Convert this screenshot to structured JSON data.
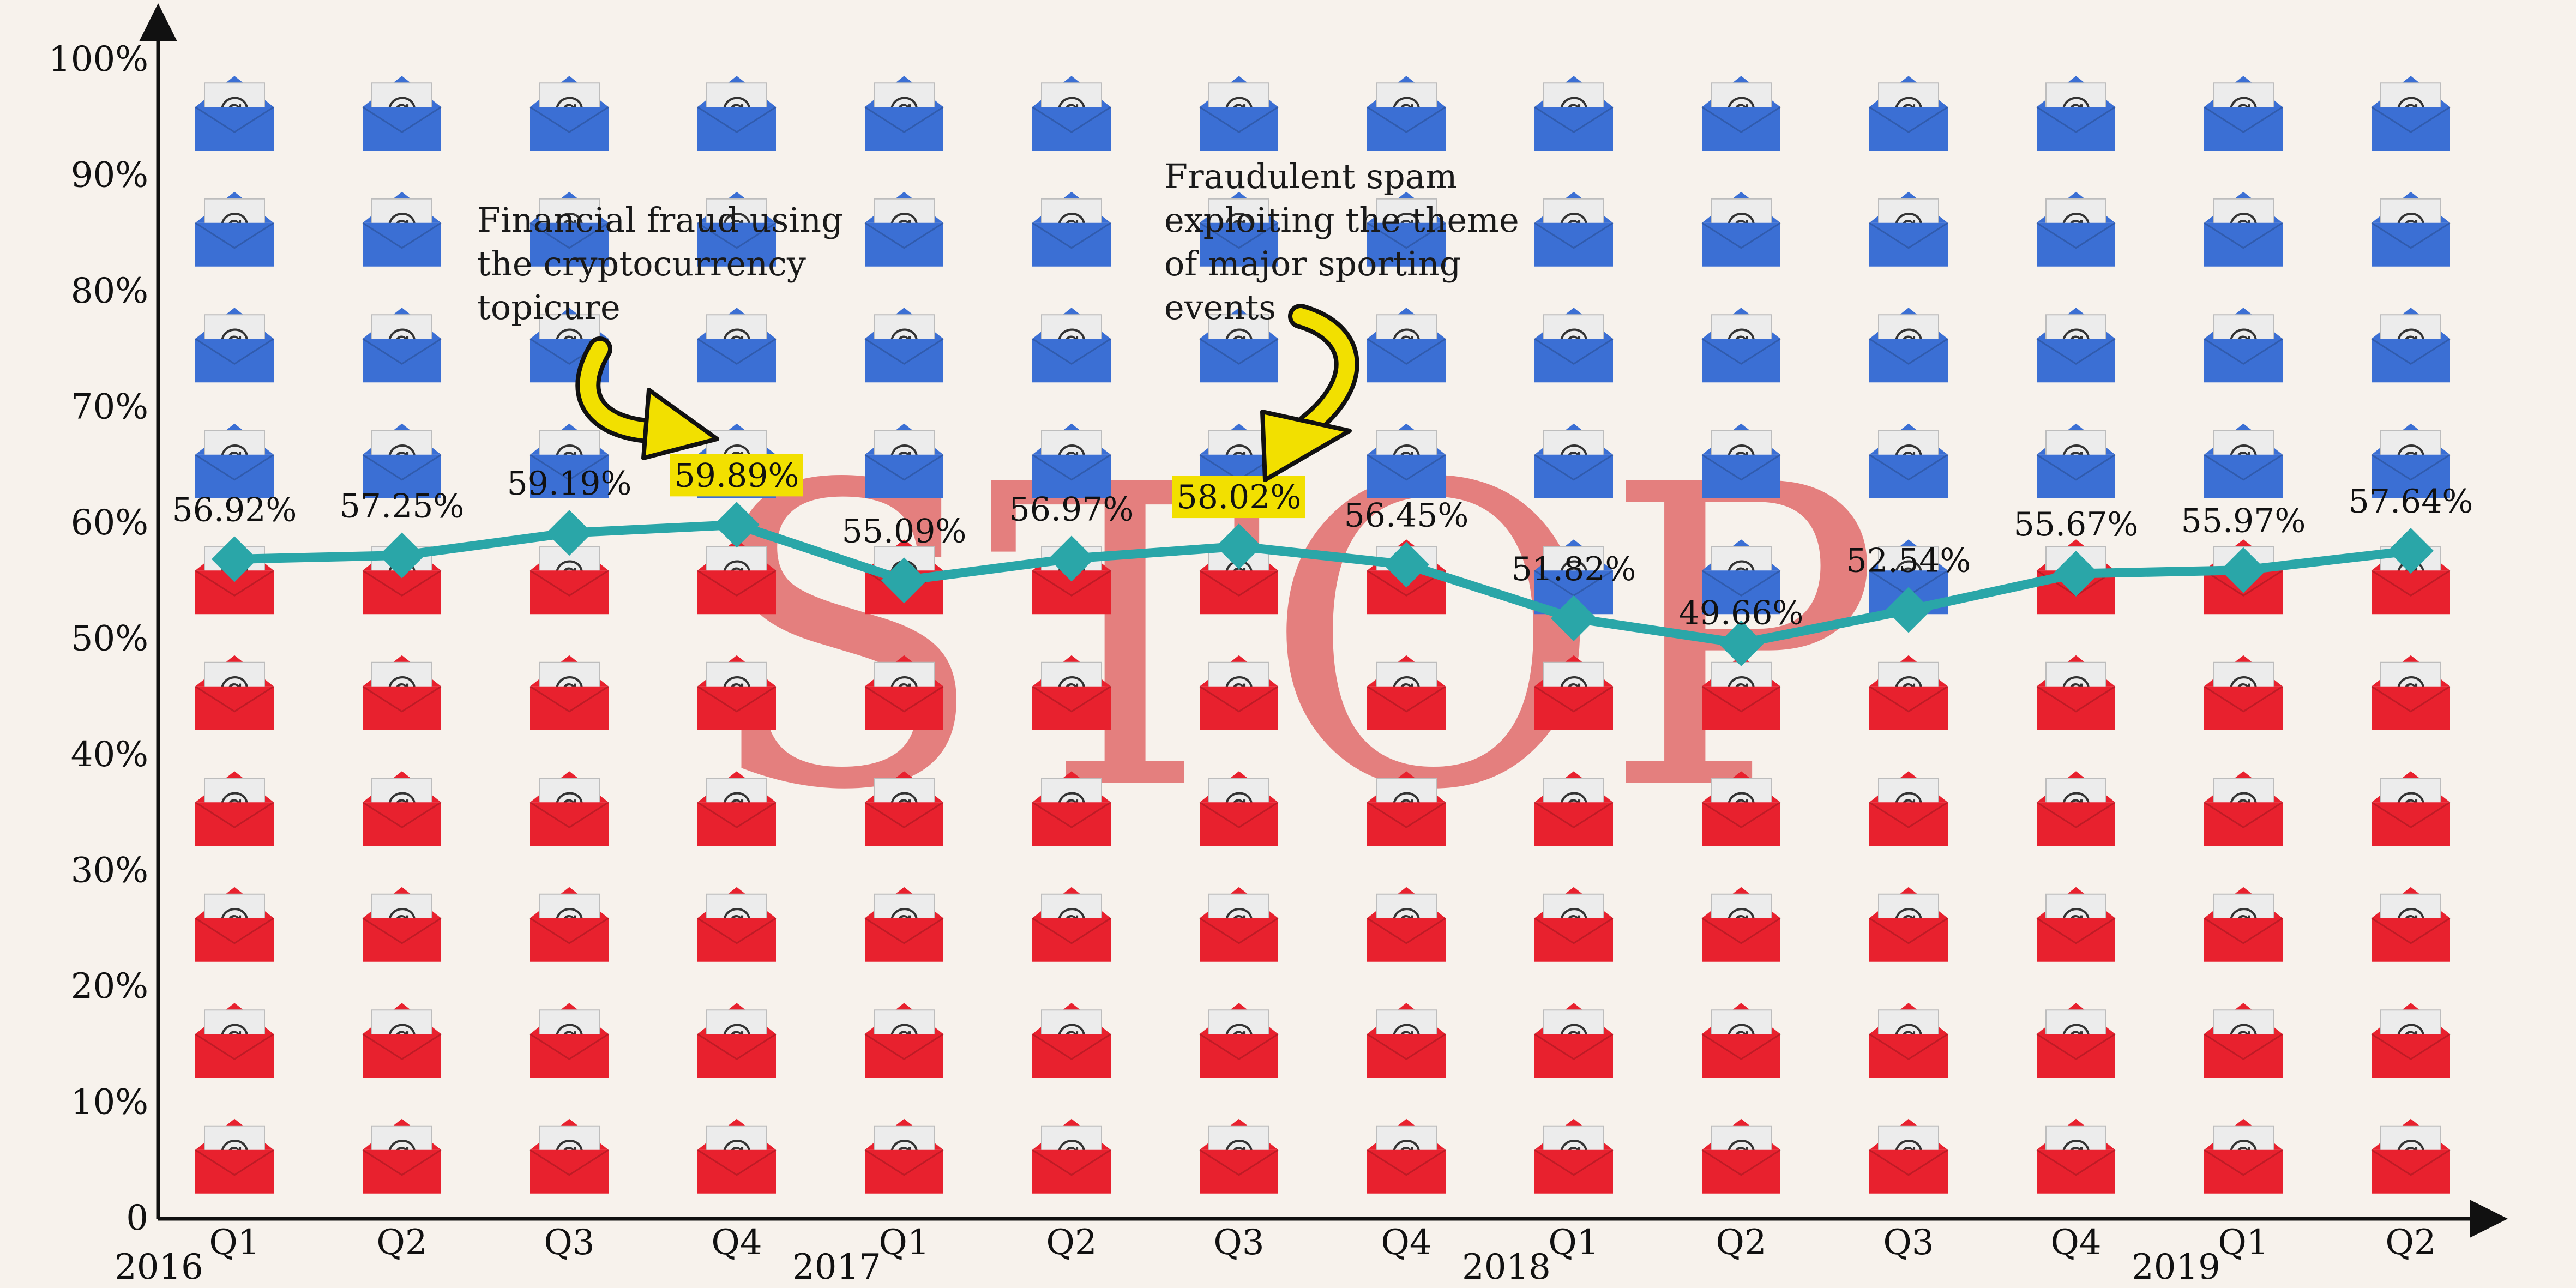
{
  "chart_data": {
    "type": "line",
    "title": "",
    "xlabel": "",
    "ylabel": "",
    "categories": [
      "Q1",
      "Q2",
      "Q3",
      "Q4",
      "Q1",
      "Q2",
      "Q3",
      "Q4",
      "Q1",
      "Q2",
      "Q3",
      "Q4",
      "Q1",
      "Q2"
    ],
    "years": [
      {
        "label": "2016",
        "start_index": 0
      },
      {
        "label": "2017",
        "start_index": 4
      },
      {
        "label": "2018",
        "start_index": 8
      },
      {
        "label": "2019",
        "start_index": 12
      }
    ],
    "series": [
      {
        "values": [
          56.92,
          57.25,
          59.19,
          59.89,
          55.09,
          56.97,
          58.02,
          56.45,
          51.82,
          49.66,
          52.54,
          55.67,
          55.97,
          57.64
        ]
      }
    ],
    "data_labels": [
      "56.92%",
      "57.25%",
      "59.19%",
      "59.89%",
      "55.09%",
      "56.97%",
      "58.02%",
      "56.45%",
      "51.82%",
      "49.66%",
      "52.54%",
      "55.67%",
      "55.97%",
      "57.64%"
    ],
    "highlighted_indices": [
      3,
      6
    ],
    "ylim": [
      0,
      100
    ],
    "yticks": [
      0,
      10,
      20,
      30,
      40,
      50,
      60,
      70,
      80,
      90,
      100
    ],
    "ytick_labels": [
      "0",
      "10%",
      "20%",
      "30%",
      "40%",
      "50%",
      "60%",
      "70%",
      "80%",
      "90%",
      "100%"
    ],
    "grid": false,
    "legend": "none",
    "pictogram": {
      "rows": 10,
      "spam_color": "#e8212e",
      "non_spam_color": "#3b6fd4"
    },
    "line_color": "#2aa6a8",
    "highlight_color": "#f2e000",
    "watermark": "STOP",
    "watermark_color": "#e06b6b",
    "annotations": [
      {
        "lines": [
          "Financial fraud using",
          "the cryptocurrency",
          "topicure"
        ],
        "target_index": 3
      },
      {
        "lines": [
          "Fraudulent spam",
          "exploiting the theme",
          "of major sporting",
          "events"
        ],
        "target_index": 6
      }
    ]
  }
}
